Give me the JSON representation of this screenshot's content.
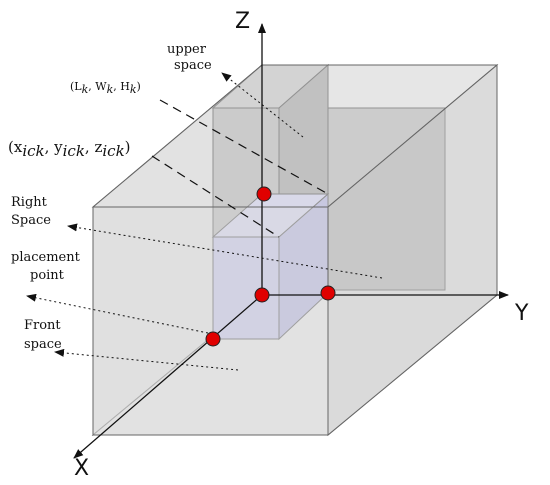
{
  "axes": {
    "x": "X",
    "y": "Y",
    "z": "Z"
  },
  "labels": {
    "upper_space": [
      "upper",
      "space"
    ],
    "right_space": [
      "Right",
      "Space"
    ],
    "placement_point": [
      "placement",
      "point"
    ],
    "front_space": [
      "Front",
      "space"
    ]
  },
  "dims_label": {
    "open": "(L",
    "sub1": "k",
    "sep1": ", W",
    "sub2": "k",
    "sep2": ", H",
    "sub3": "k",
    "close": ")"
  },
  "coord_label": {
    "open": "(x",
    "sub1": "ick",
    "sep1": ", y",
    "sub2": "ick",
    "sep2": ", z",
    "sub3": "ick",
    "close": ")"
  },
  "colors": {
    "outer_box": "#e6e6e6",
    "inner_box": "#c8c8e6",
    "point": "#e00000"
  }
}
